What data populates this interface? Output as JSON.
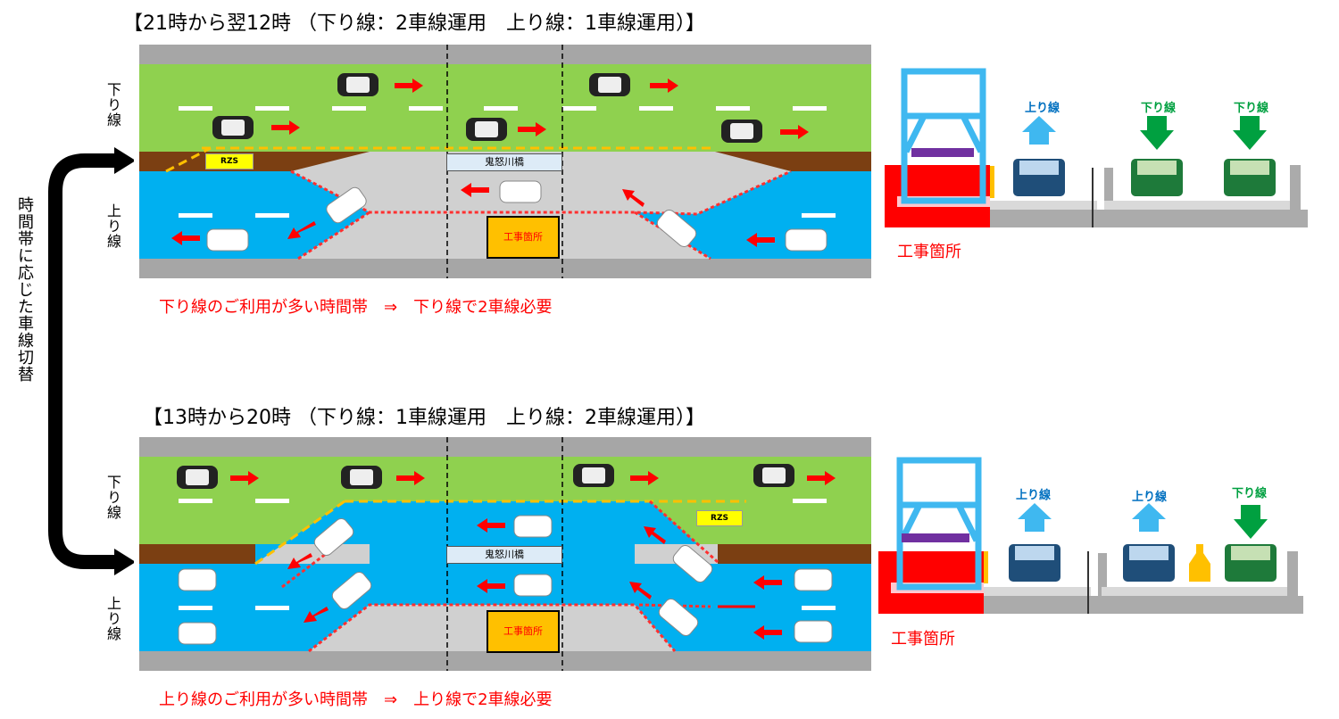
{
  "top": {
    "title": "【21時から翌12時 （下り線：2車線運用　上り線：1車線運用）】",
    "note": "下り線のご利用が多い時間帯　⇒　下り線で2車線必要",
    "label_down": "下り線",
    "label_up": "上り線",
    "rzs": "RZS",
    "bridge": "鬼怒川橋",
    "work": "工事箇所",
    "section_labels": [
      "上り線",
      "下り線",
      "下り線"
    ],
    "section_work": "工事箇所"
  },
  "bottom": {
    "title": "【13時から20時 （下り線：1車線運用　上り線：2車線運用）】",
    "note": "上り線のご利用が多い時間帯　⇒　上り線で2車線必要",
    "label_down": "下り線",
    "label_up": "上り線",
    "rzs": "RZS",
    "bridge": "鬼怒川橋",
    "work": "工事箇所",
    "section_labels": [
      "上り線",
      "上り線",
      "下り線"
    ],
    "section_work": "工事箇所"
  },
  "side_label": "時間帯に応じた車線切替",
  "colors": {
    "down_lane": "#8fd14f",
    "up_lane": "#00b0f0",
    "road_edge": "#a6a6a6",
    "median": "#7b3f12",
    "arrow": "#ff0000",
    "up_blue": "#0070c0",
    "down_green": "#00a040",
    "work_fill": "#ffc000",
    "scaffold": "#3fb8f0"
  }
}
